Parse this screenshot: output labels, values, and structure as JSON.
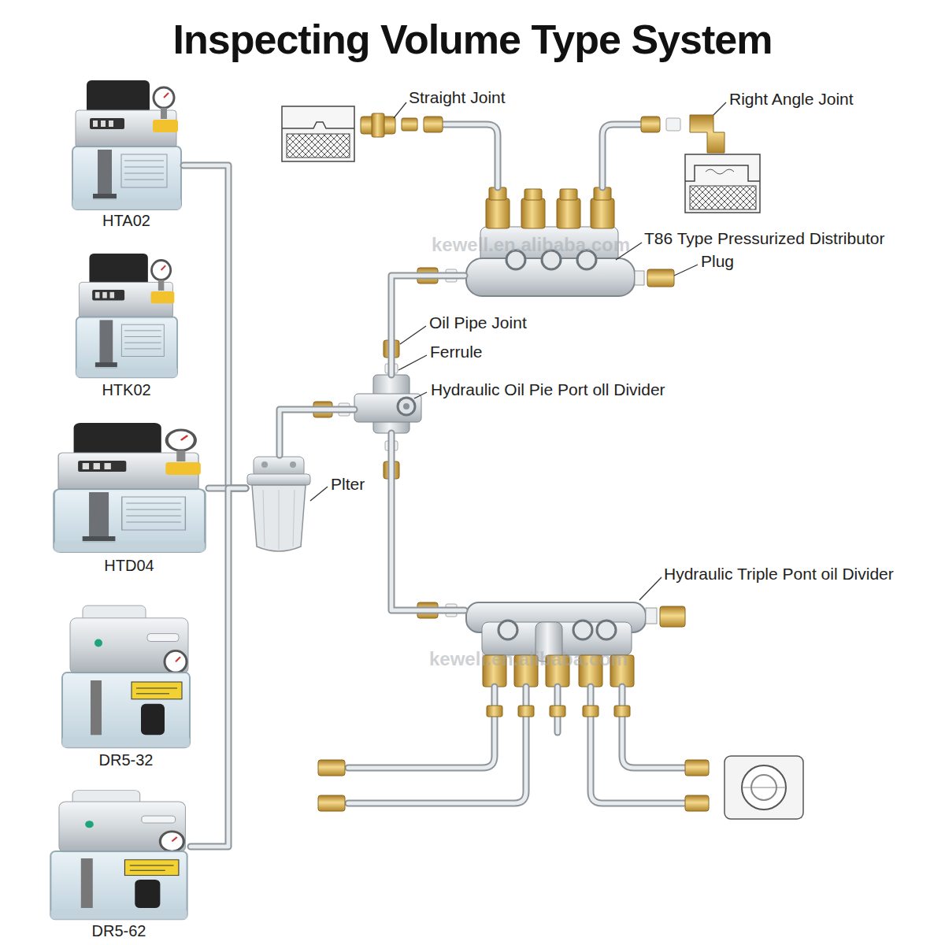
{
  "diagram": {
    "title": "Inspecting Volume Type System",
    "nodes": [
      {
        "text": [
          "HTA02"
        ]
      },
      {
        "text": [
          "HTK02"
        ]
      },
      {
        "text": [
          "HTD04"
        ]
      },
      {
        "text": [
          "DR5-32"
        ]
      },
      {
        "text": [
          "DR5-62"
        ]
      },
      {
        "text": [
          "Plter"
        ]
      },
      {
        "text": [
          "Hydraulic Oil Pie Port oll Divider"
        ]
      },
      {
        "text": [
          "T86 Type Pressurized Distributor"
        ]
      },
      {
        "text": [
          "Hydraulic Triple Pont oil Divider"
        ]
      }
    ],
    "edges": [
      {
        "from": 0,
        "to": 5,
        "arrow": "none"
      },
      {
        "from": 2,
        "to": 5,
        "arrow": "none"
      },
      {
        "from": 4,
        "to": 5,
        "arrow": "none"
      },
      {
        "from": 5,
        "to": 6,
        "arrow": "none"
      },
      {
        "from": 6,
        "to": 7,
        "arrow": "none"
      },
      {
        "from": 6,
        "to": 8,
        "arrow": "none"
      }
    ],
    "labels": [
      "Straight Joint",
      "Right Angle Joint",
      "Plug",
      "Oil Pipe Joint",
      "Ferrule",
      "kewell.en.alibaba.com",
      "kewell.en.alibaba.com"
    ]
  }
}
